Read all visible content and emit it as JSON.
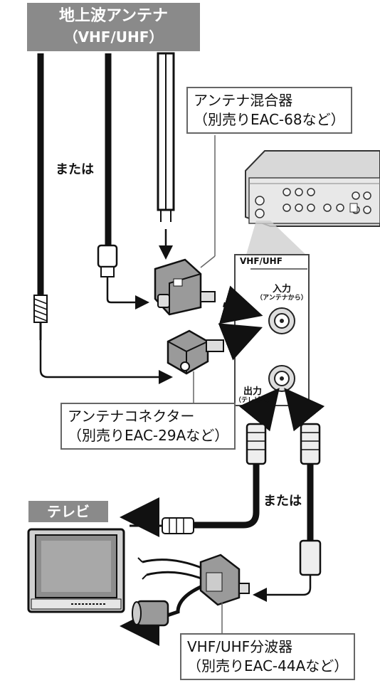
{
  "terrestrial_antenna": {
    "line1": "地上波アンテナ",
    "line2": "（VHF/UHF）"
  },
  "or_label": "または",
  "mixer_callout": {
    "line1": "アンテナ混合器",
    "line2": "（別売りEAC-68など）"
  },
  "connector_callout": {
    "line1": "アンテナコネクター",
    "line2": "（別売りEAC-29Aなど）"
  },
  "splitter_callout": {
    "line1": "VHF/UHF分波器",
    "line2": "（別売りEAC-44Aなど）"
  },
  "terminal_panel": {
    "title": "VHF/UHF",
    "input_label": "入力",
    "input_sub": "（アンテナから）",
    "output_label": "出力",
    "output_sub": "（テレビへ）"
  },
  "tv_label": "テレビ",
  "colors": {
    "label_bg": "#8a8a8a",
    "cable": "#111111",
    "callout_border": "#666666"
  }
}
